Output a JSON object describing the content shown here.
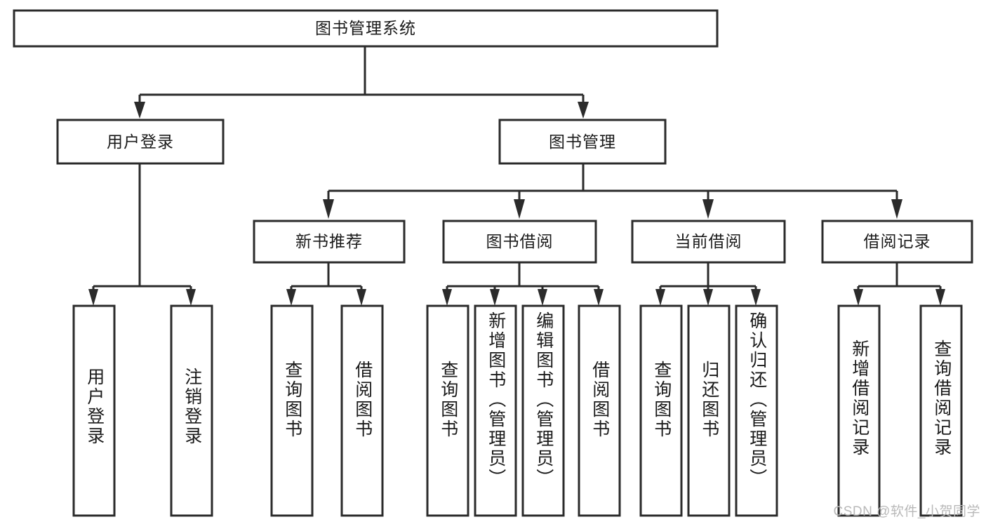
{
  "diagram": {
    "type": "tree",
    "title": "图书管理系统",
    "watermark": "CSDN @软件_小贺同学",
    "colors": {
      "background": "#ffffff",
      "stroke": "#2b2b2b",
      "node_fill": "#ffffff",
      "text": "#1a1a1a",
      "watermark": "#b9b9b9"
    },
    "nodes": {
      "root": {
        "label": "图书管理系统"
      },
      "level2": [
        {
          "id": "user-login",
          "label": "用户登录"
        },
        {
          "id": "book-manage",
          "label": "图书管理"
        }
      ],
      "level3": [
        {
          "id": "new-book-recommend",
          "label": "新书推荐"
        },
        {
          "id": "book-borrow",
          "label": "图书借阅"
        },
        {
          "id": "current-borrow",
          "label": "当前借阅"
        },
        {
          "id": "borrow-record",
          "label": "借阅记录"
        }
      ],
      "leaves": {
        "user_login": [
          {
            "id": "leaf-user-login",
            "label": "用户登录"
          },
          {
            "id": "leaf-logout-login",
            "label": "注销登录"
          }
        ],
        "new_book_recommend": [
          {
            "id": "leaf-query-book-1",
            "label": "查询图书"
          },
          {
            "id": "leaf-borrow-book-1",
            "label": "借阅图书"
          }
        ],
        "book_borrow": [
          {
            "id": "leaf-query-book-2",
            "label": "查询图书"
          },
          {
            "id": "leaf-add-book",
            "label": "新增图书（管理员）"
          },
          {
            "id": "leaf-edit-book",
            "label": "编辑图书（管理员）"
          },
          {
            "id": "leaf-borrow-book-2",
            "label": "借阅图书"
          }
        ],
        "current_borrow": [
          {
            "id": "leaf-query-book-3",
            "label": "查询图书"
          },
          {
            "id": "leaf-return-book",
            "label": "归还图书"
          },
          {
            "id": "leaf-confirm-return",
            "label": "确认归还（管理员）"
          }
        ],
        "borrow_record": [
          {
            "id": "leaf-add-record",
            "label": "新增借阅记录"
          },
          {
            "id": "leaf-query-record",
            "label": "查询借阅记录"
          }
        ]
      }
    }
  }
}
